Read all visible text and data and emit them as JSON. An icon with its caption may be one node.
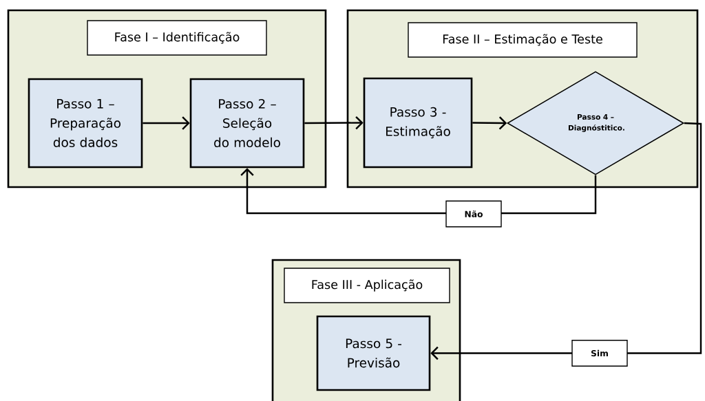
{
  "diagram": {
    "nodes": [
      {
        "text": [
          "Fase I – Identificação"
        ]
      },
      {
        "text": [
          "Passo 1 – Preparação dos dados"
        ],
        "in": 0
      },
      {
        "text": [
          "Passo 2 – Seleção do modelo"
        ],
        "in": 0
      },
      {
        "text": [
          "Fase II – Estimação e Teste"
        ]
      },
      {
        "text": [
          "Passo 3 - Estimação"
        ],
        "in": 3
      },
      {
        "text": [
          "Passo 4 – Diagnóstitico."
        ],
        "in": 3
      },
      {
        "text": [
          "Fase III - Aplicação"
        ]
      },
      {
        "text": [
          "Passo 5 - Previsão"
        ],
        "in": 6
      }
    ],
    "edges": [
      {
        "from": 1,
        "to": 2,
        "arrow": "to"
      },
      {
        "from": 2,
        "to": 4,
        "arrow": "to"
      },
      {
        "from": 4,
        "to": 5,
        "arrow": "to"
      },
      {
        "from": 5,
        "to": 2,
        "arrow": "to",
        "label": "Não"
      },
      {
        "from": 5,
        "to": 7,
        "arrow": "to",
        "label": "Sim"
      }
    ]
  }
}
